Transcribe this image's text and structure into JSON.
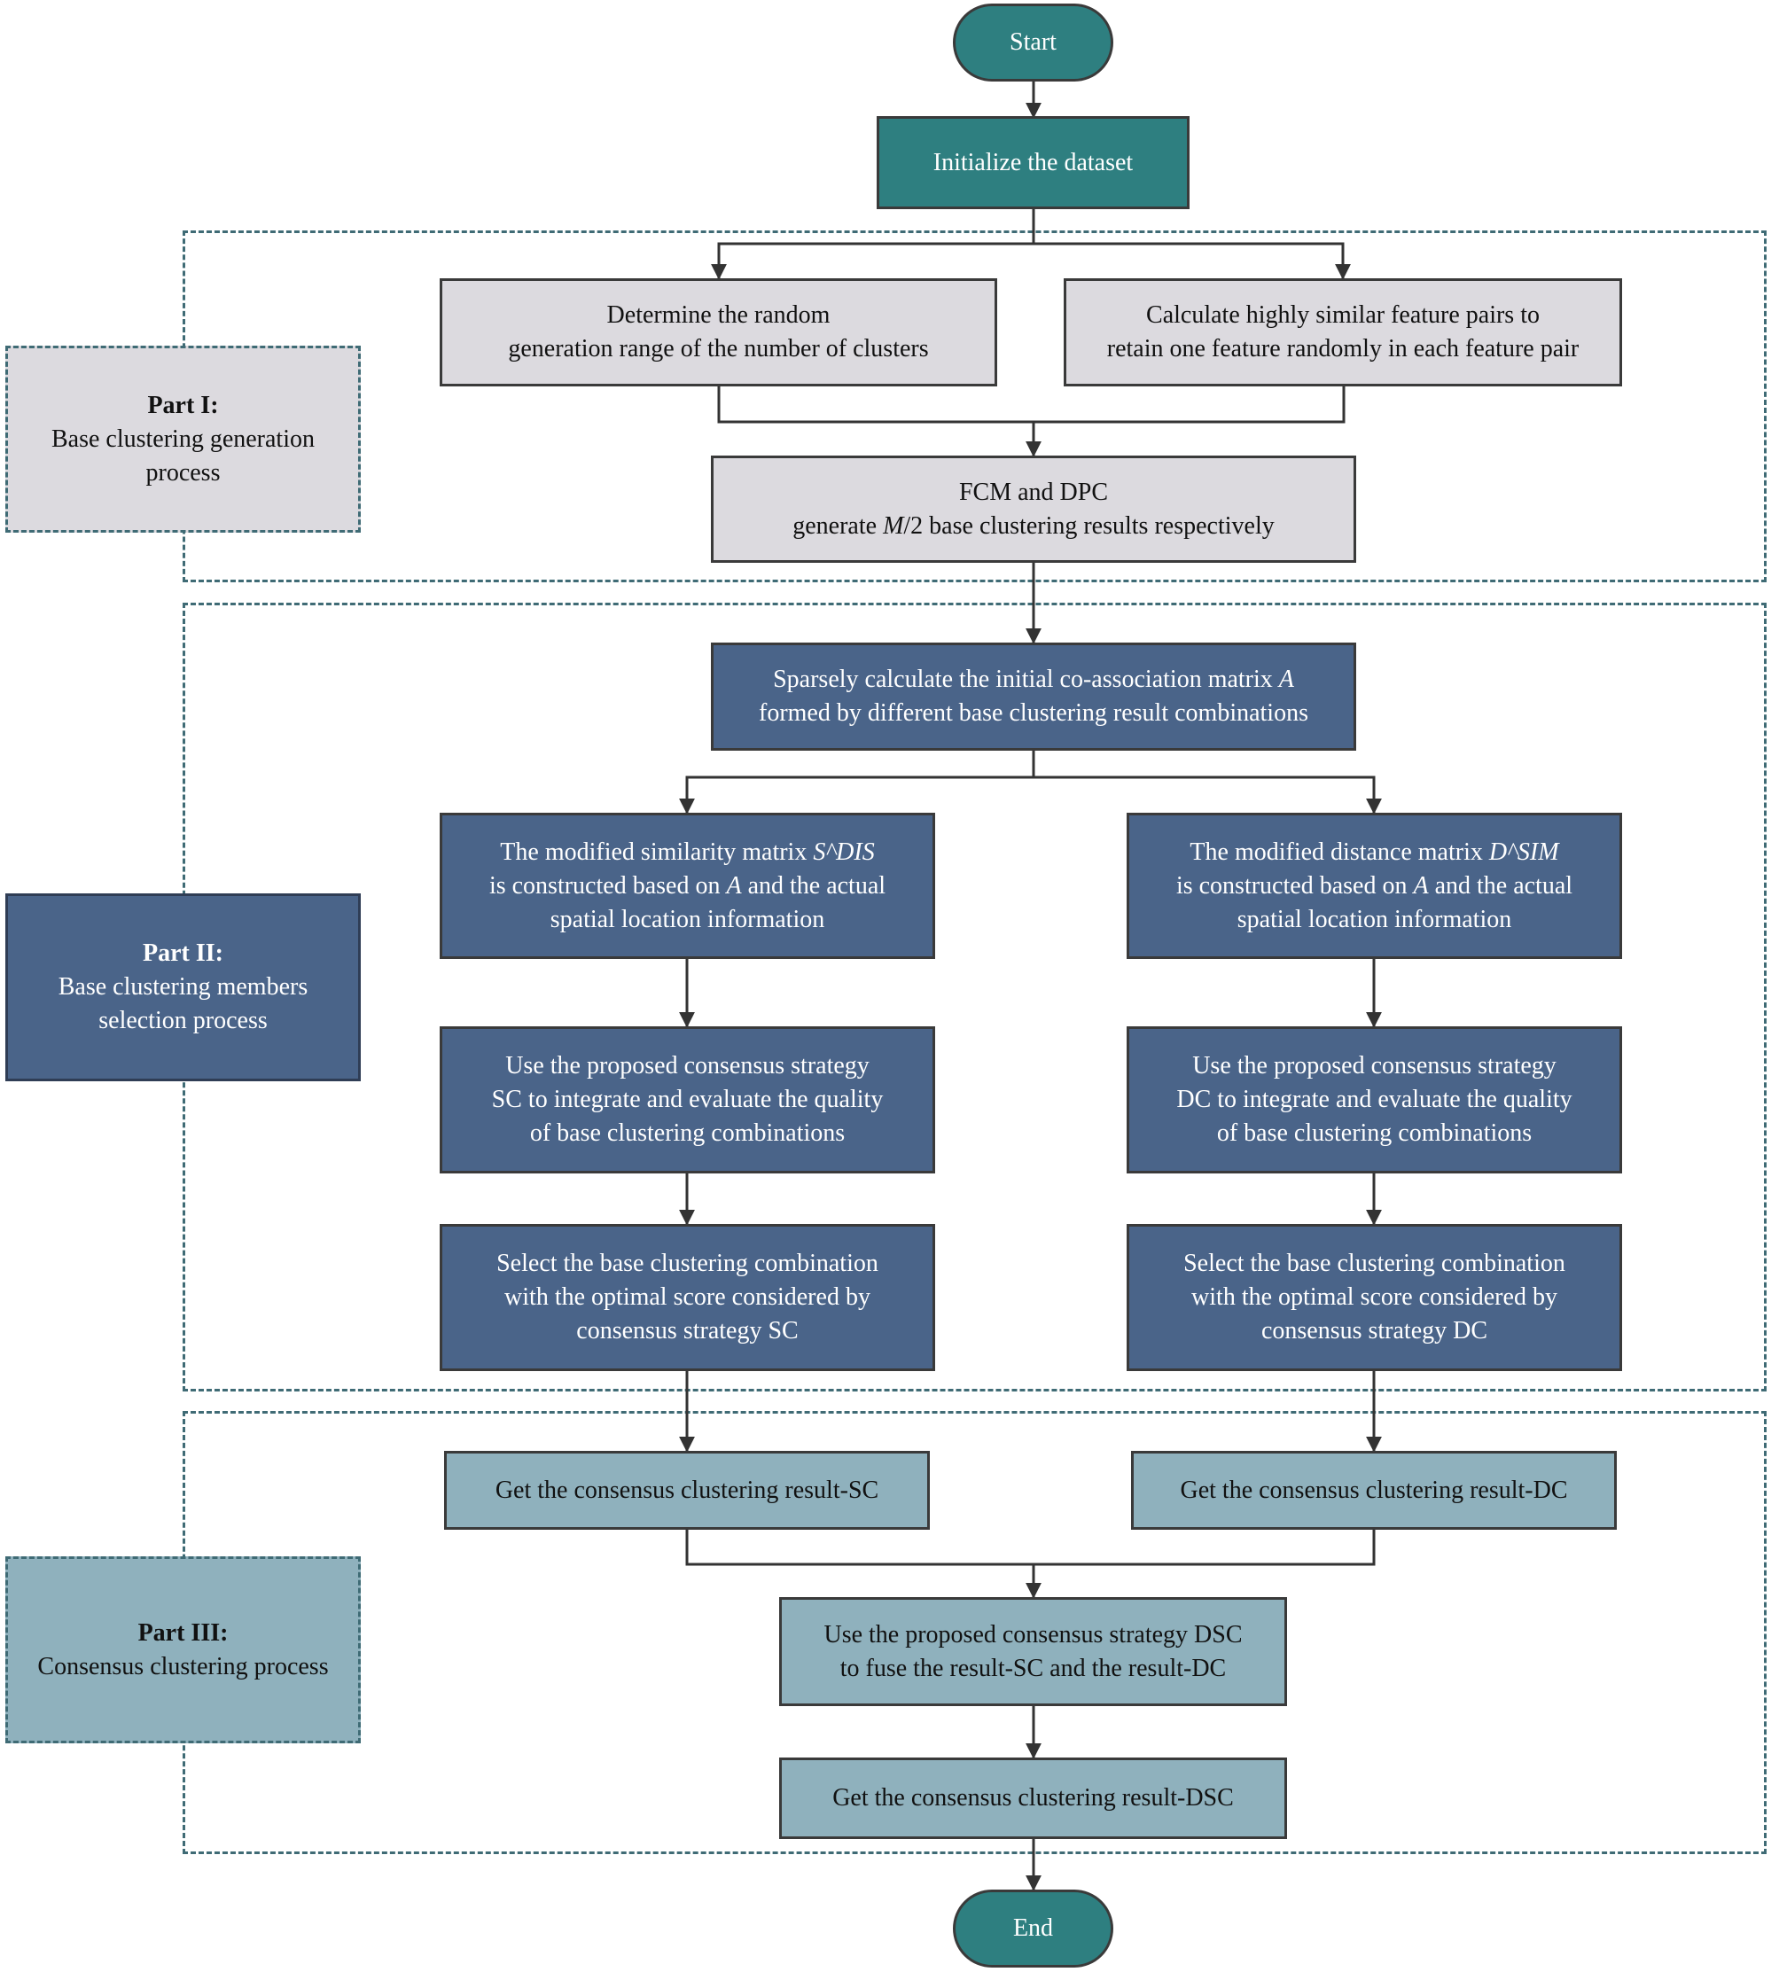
{
  "terminals": {
    "start": "Start",
    "end": "End"
  },
  "steps": {
    "initialize": "Initialize the dataset",
    "range": [
      "Determine the random",
      "generation range of the number of clusters"
    ],
    "feature": [
      "Calculate highly similar feature pairs to",
      "retain one feature randomly in each feature pair"
    ],
    "fcm": {
      "line1": "FCM and DPC",
      "line2_pre": "generate ",
      "line2_var": "M",
      "line2_post": "/2 base clustering results respectively"
    },
    "sparse": {
      "line1_pre": "Sparsely calculate the initial co-association matrix ",
      "line1_var": "A",
      "line2": "formed by different base clustering result combinations"
    },
    "sim_matrix": {
      "line1_pre": "The modified similarity matrix ",
      "line1_var": "S^DIS",
      "line2_pre": "is constructed based on ",
      "line2_var": "A",
      "line2_post": " and the actual",
      "line3": "spatial location information"
    },
    "dist_matrix": {
      "line1_pre": "The modified distance matrix ",
      "line1_var": "D^SIM",
      "line2_pre": "is constructed based on ",
      "line2_var": "A",
      "line2_post": " and the actual",
      "line3": "spatial location information"
    },
    "sc_strategy": [
      "Use the proposed consensus strategy",
      "SC to integrate and evaluate the quality",
      "of base clustering combinations"
    ],
    "dc_strategy": [
      "Use the proposed consensus strategy",
      "DC to integrate and evaluate the quality",
      "of base clustering combinations"
    ],
    "sc_select": [
      "Select the base clustering combination",
      "with the optimal score considered by",
      "consensus strategy SC"
    ],
    "dc_select": [
      "Select the base clustering combination",
      "with the optimal score considered by",
      "consensus strategy DC"
    ],
    "result_sc": "Get the consensus clustering result-SC",
    "result_dc": "Get the consensus clustering result-DC",
    "dsc_strategy": [
      "Use the proposed consensus strategy DSC",
      "to fuse the result-SC and the result-DC"
    ],
    "result_dsc": "Get the consensus clustering result-DSC"
  },
  "parts": {
    "part1": {
      "title": "Part I:",
      "lines": [
        "Base clustering generation",
        "process"
      ]
    },
    "part2": {
      "title": "Part II:",
      "lines": [
        "Base clustering members",
        "selection process"
      ]
    },
    "part3": {
      "title": "Part III:",
      "lines": [
        "Consensus clustering process"
      ]
    }
  },
  "colors": {
    "teal": "#2e7f80",
    "gray": "#dcdadf",
    "navy": "#4a6489",
    "light": "#8fb1bd",
    "dashed_border": "#3f6b75",
    "connector": "#333333"
  }
}
